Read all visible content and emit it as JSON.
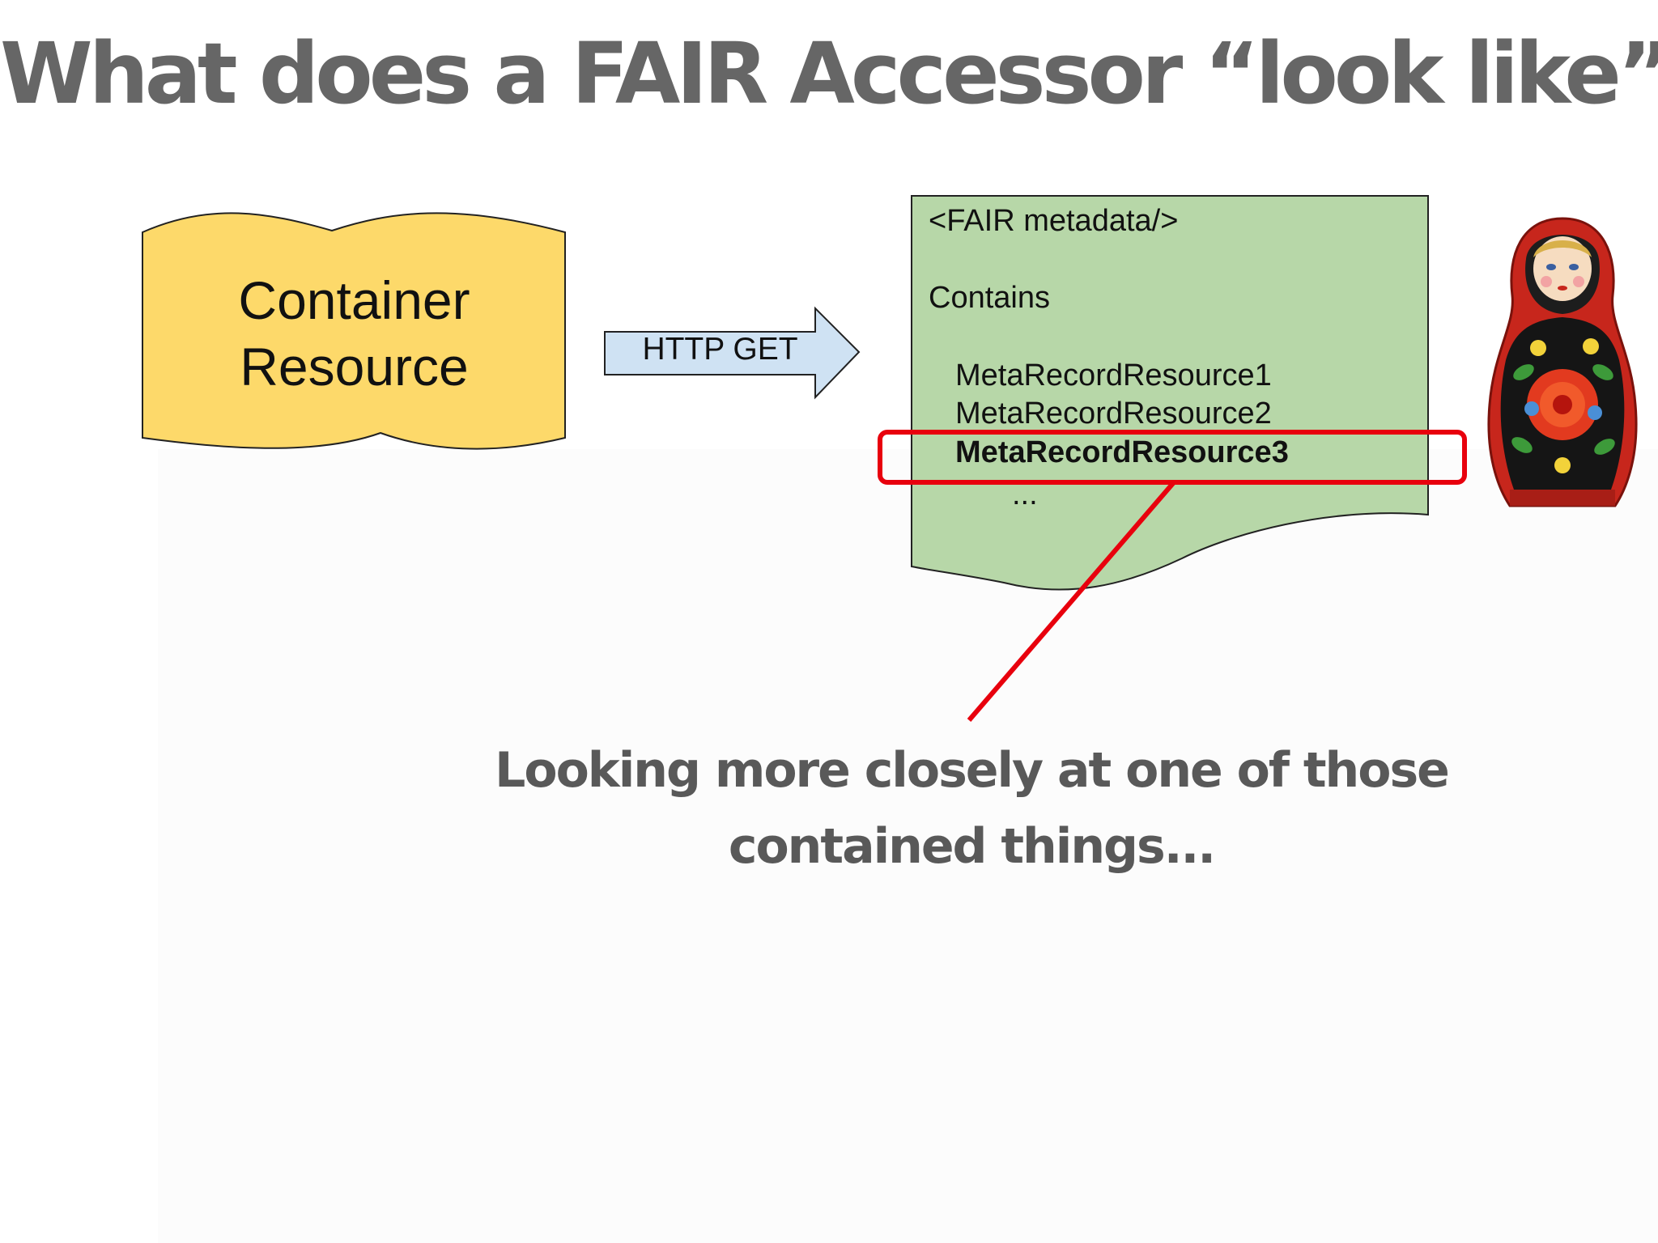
{
  "title": "What does a FAIR Accessor “look like”?",
  "container": {
    "line1": "Container",
    "line2": "Resource"
  },
  "arrow": {
    "label": "HTTP GET"
  },
  "document": {
    "lines": [
      "<FAIR metadata/>",
      "Contains",
      "MetaRecordResource1",
      "MetaRecordResource2",
      "MetaRecordResource3",
      "..."
    ],
    "highlighted_index": 4
  },
  "caption": {
    "line1": "Looking more closely at one of those",
    "line2": "contained things..."
  },
  "colors": {
    "container_fill": "#fdd96a",
    "document_fill": "#b7d7a8",
    "arrow_fill": "#cfe2f3",
    "highlight": "#e8000d",
    "title": "#666666",
    "caption": "#595959"
  },
  "image": {
    "name": "matryoshka-doll"
  }
}
